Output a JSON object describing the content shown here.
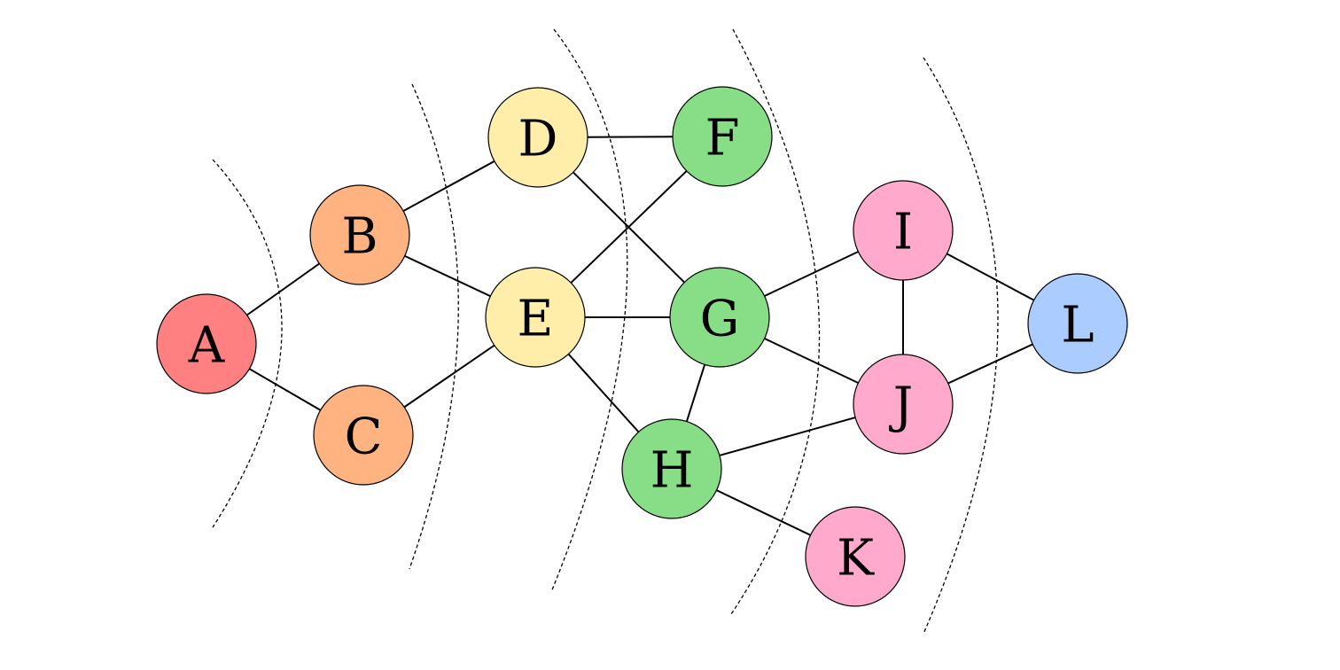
{
  "nodes": [
    {
      "id": "A",
      "label": "A",
      "color": "#ff8080"
    },
    {
      "id": "B",
      "label": "B",
      "color": "#ffb380"
    },
    {
      "id": "C",
      "label": "C",
      "color": "#ffb380"
    },
    {
      "id": "D",
      "label": "D",
      "color": "#ffeeaa"
    },
    {
      "id": "E",
      "label": "E",
      "color": "#ffeeaa"
    },
    {
      "id": "F",
      "label": "F",
      "color": "#87de87"
    },
    {
      "id": "G",
      "label": "G",
      "color": "#87de87"
    },
    {
      "id": "H",
      "label": "H",
      "color": "#87de87"
    },
    {
      "id": "I",
      "label": "I",
      "color": "#ffaacc"
    },
    {
      "id": "J",
      "label": "J",
      "color": "#ffaacc"
    },
    {
      "id": "K",
      "label": "K",
      "color": "#ffaacc"
    },
    {
      "id": "L",
      "label": "L",
      "color": "#aaccff"
    }
  ],
  "edges": [
    [
      "A",
      "B"
    ],
    [
      "A",
      "C"
    ],
    [
      "B",
      "D"
    ],
    [
      "B",
      "E"
    ],
    [
      "C",
      "E"
    ],
    [
      "D",
      "F"
    ],
    [
      "D",
      "G"
    ],
    [
      "E",
      "F"
    ],
    [
      "E",
      "G"
    ],
    [
      "E",
      "H"
    ],
    [
      "G",
      "H"
    ],
    [
      "G",
      "I"
    ],
    [
      "G",
      "J"
    ],
    [
      "H",
      "J"
    ],
    [
      "H",
      "K"
    ],
    [
      "I",
      "J"
    ],
    [
      "I",
      "L"
    ],
    [
      "J",
      "L"
    ]
  ],
  "level_separators": 5
}
